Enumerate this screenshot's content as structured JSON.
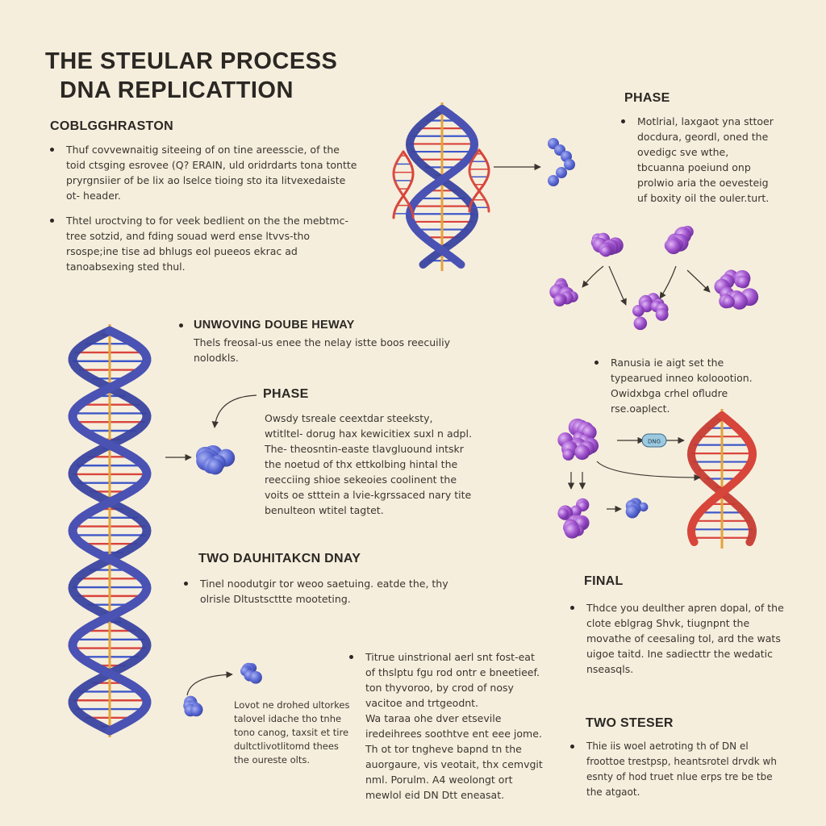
{
  "title": {
    "line1": "THE STEULAR PROCESS",
    "line2": "DNA REPLICATTION"
  },
  "intro": {
    "heading": "COBLGGHRASTON",
    "bullet1": "Thuf covvewnaitig siteeing of on tine areesscie, of the toid ctsging esrovee (Q? ERAIN, uld oridrdarts tona tontte pryrgnsiier of be lix ao lselce tioing sto ita litvexedaiste ot- header.",
    "bullet2": "Thtel uroctving to for veek bedlient on the the mebtmc- tree sotzid, and fding souad werd ense ltvvs-tho rsospe;ine tise ad bhlugs eol pueeos ekrac ad tanoabsexing sted thul."
  },
  "phase_top": {
    "heading": "PHASE",
    "bullet": "Motlrial, laxgaot yna sttoer docdura, geordl, oned the ovedigc sve wthe, tbcuanna poeiund onp prolwio aria the oevesteig uf boxity oil the ouler.turt."
  },
  "unwinding": {
    "heading": "UNWOVING DOUBE HEWAY",
    "text": "Thels freosal-us enee the nelay istte boos reecuiliy nolodkls."
  },
  "phase_mid": {
    "heading": "PHASE",
    "text": "Owsdy tsreale ceextdar steeksty, wtitltel- dorug hax kewicitiex suxl n adpl. The- theosntin-easte tlavgluound intskr the noetud of thx ettkolbing hintal the reecciing shioe sekeoies coolinent the voits oe stttein a lvie-kgrssaced nary tite benulteon wtitel tagtet."
  },
  "right_mid": {
    "bullet": "Ranusia ie aigt set the typearued inneo koloootion. Owidxbga crhel ofludre rse.oaplect."
  },
  "enzyme_label": "DNG",
  "two_dau": {
    "heading": "TWO DAUHITAKCN DNAY",
    "bullet": "Tinel noodutgir tor weoo saetuing. eatde the, thy olrisle Dltustscttte mooteting."
  },
  "final": {
    "heading": "FINAL",
    "bullet": "Thdce you deulther apren dopal, of the clote eblgrag Shvk, tiugnpnt the movathe of ceesaling tol, ard the wats uigoe taitd. Ine sadiecttr the wedatic nseasqls."
  },
  "bottom_left_text": "Lovot ne drohed ultorkes talovel idache tho tnhe tono canog, taxsit et tire dultctlivotlitomd thees the oureste olts.",
  "bottom_mid": {
    "bullet": "Titrue uinstrional aerl snt fost-eat of thslptu fgu rod ontr e bneetieef. ton thyvoroo, by crod of nosy vacitoe and trtgeodnt.",
    "text": "Wa taraa ohe dver etsevile iredeihrees soothtve ent eee jome. Th ot tor tngheve bapnd tn the auorgaure, vis veotait, thx cemvgit nml. Porulm. A4 weolongt ort mewlol eid DN Dtt eneasat."
  },
  "two_steser": {
    "heading": "TWO STESER",
    "bullet": "Thie iis woel aetroting th of DN el froottoe trestpsp, heantsrotel drvdk wh esnty of hod truet nlue erps tre be tbe the atgaot."
  },
  "colors": {
    "background": "#f6eedd",
    "backbone_blue": "#4a52b3",
    "backbone_red": "#d8453a",
    "rung_red": "#d9443c",
    "rung_blue": "#3f57c9",
    "axis_orange": "#e3a33a",
    "nucleotide_blue": "#5b6bd6",
    "enzyme_purple": "#9c4fc9",
    "label_teal": "#9cc9e0"
  }
}
